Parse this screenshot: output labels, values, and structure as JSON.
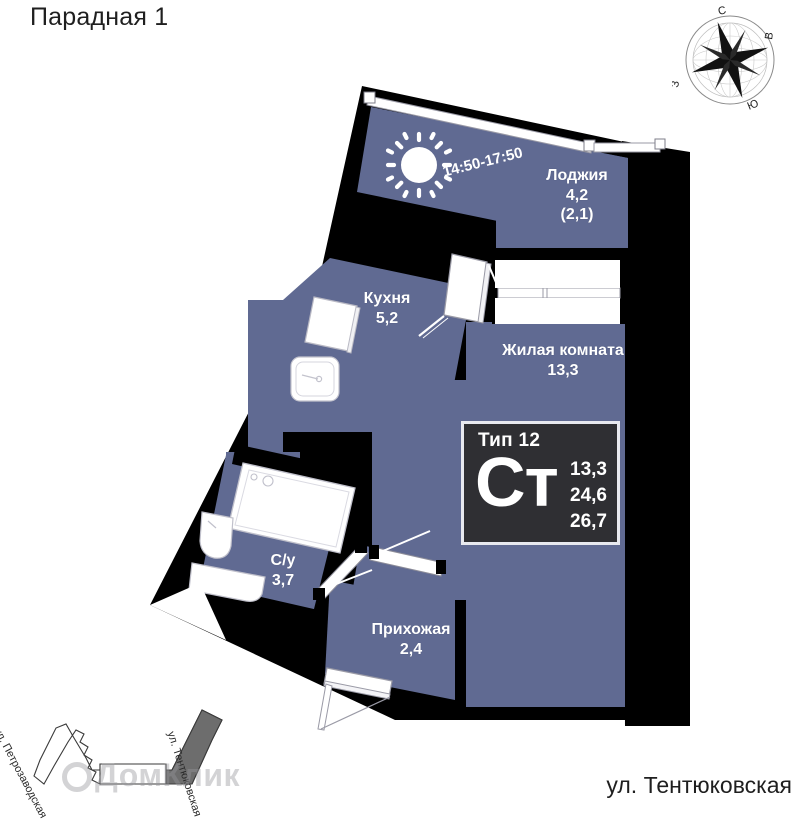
{
  "header": {
    "title": "Парадная 1"
  },
  "street_label_right": "ул. Тентюковская",
  "compass": {
    "north": "С",
    "east": "В",
    "south": "Ю",
    "west": "З"
  },
  "sun": {
    "icon": "sun-icon",
    "time_range": "14:50-17:50"
  },
  "rooms": [
    {
      "key": "loggia",
      "name": "Лоджия",
      "area": "4,2",
      "area_sub": "(2,1)"
    },
    {
      "key": "kitchen",
      "name": "Кухня",
      "area": "5,2",
      "area_sub": ""
    },
    {
      "key": "living",
      "name": "Жилая комната",
      "area": "13,3",
      "area_sub": ""
    },
    {
      "key": "bath",
      "name": "С/у",
      "area": "3,7",
      "area_sub": ""
    },
    {
      "key": "hall",
      "name": "Прихожая",
      "area": "2,4",
      "area_sub": ""
    }
  ],
  "type_box": {
    "type_label": "Тип 12",
    "code": "Ст",
    "areas": [
      "13,3",
      "24,6",
      "26,7"
    ]
  },
  "mini_map": {
    "street_left": "ул. Петрозаводская",
    "street_right": "ул. Тентюковская"
  },
  "watermark": {
    "text": "ДомКлик"
  },
  "colors": {
    "room_fill": "#606a92",
    "wall": "#000000",
    "info_box_bg": "#2f2f33",
    "info_box_border": "#e8e9ef",
    "text_light": "#ffffff",
    "text_dark": "#1f1f1f",
    "page_bg": "#ffffff",
    "minimap_highlight": "#6d6d6d"
  }
}
